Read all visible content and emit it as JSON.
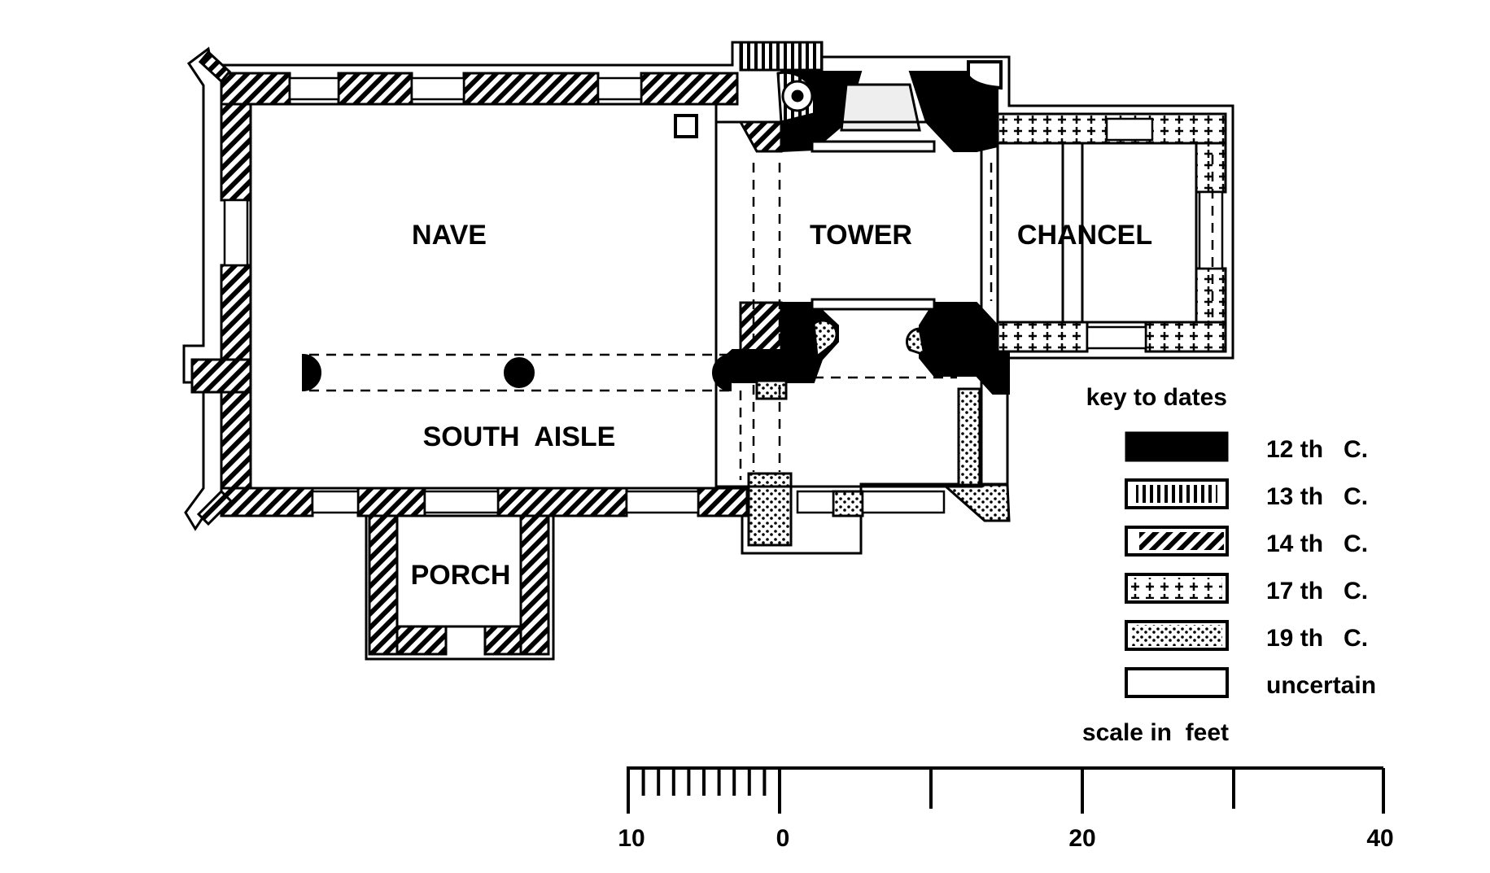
{
  "rooms": {
    "nave": "NAVE",
    "tower": "TOWER",
    "chancel": "CHANCEL",
    "south_aisle": "SOUTH  AISLE",
    "porch": "PORCH"
  },
  "key": {
    "title": "key to dates",
    "items": [
      {
        "label": "12 th   C.",
        "pattern": "solid"
      },
      {
        "label": "13 th   C.",
        "pattern": "vertical-bars"
      },
      {
        "label": "14 th   C.",
        "pattern": "diagonal-hatch"
      },
      {
        "label": "17 th   C.",
        "pattern": "crosses"
      },
      {
        "label": "19 th   C.",
        "pattern": "dots"
      },
      {
        "label": "uncertain",
        "pattern": "blank"
      }
    ]
  },
  "scale": {
    "title": "scale in  feet",
    "ticks": [
      "10",
      "0",
      "20",
      "40"
    ]
  }
}
